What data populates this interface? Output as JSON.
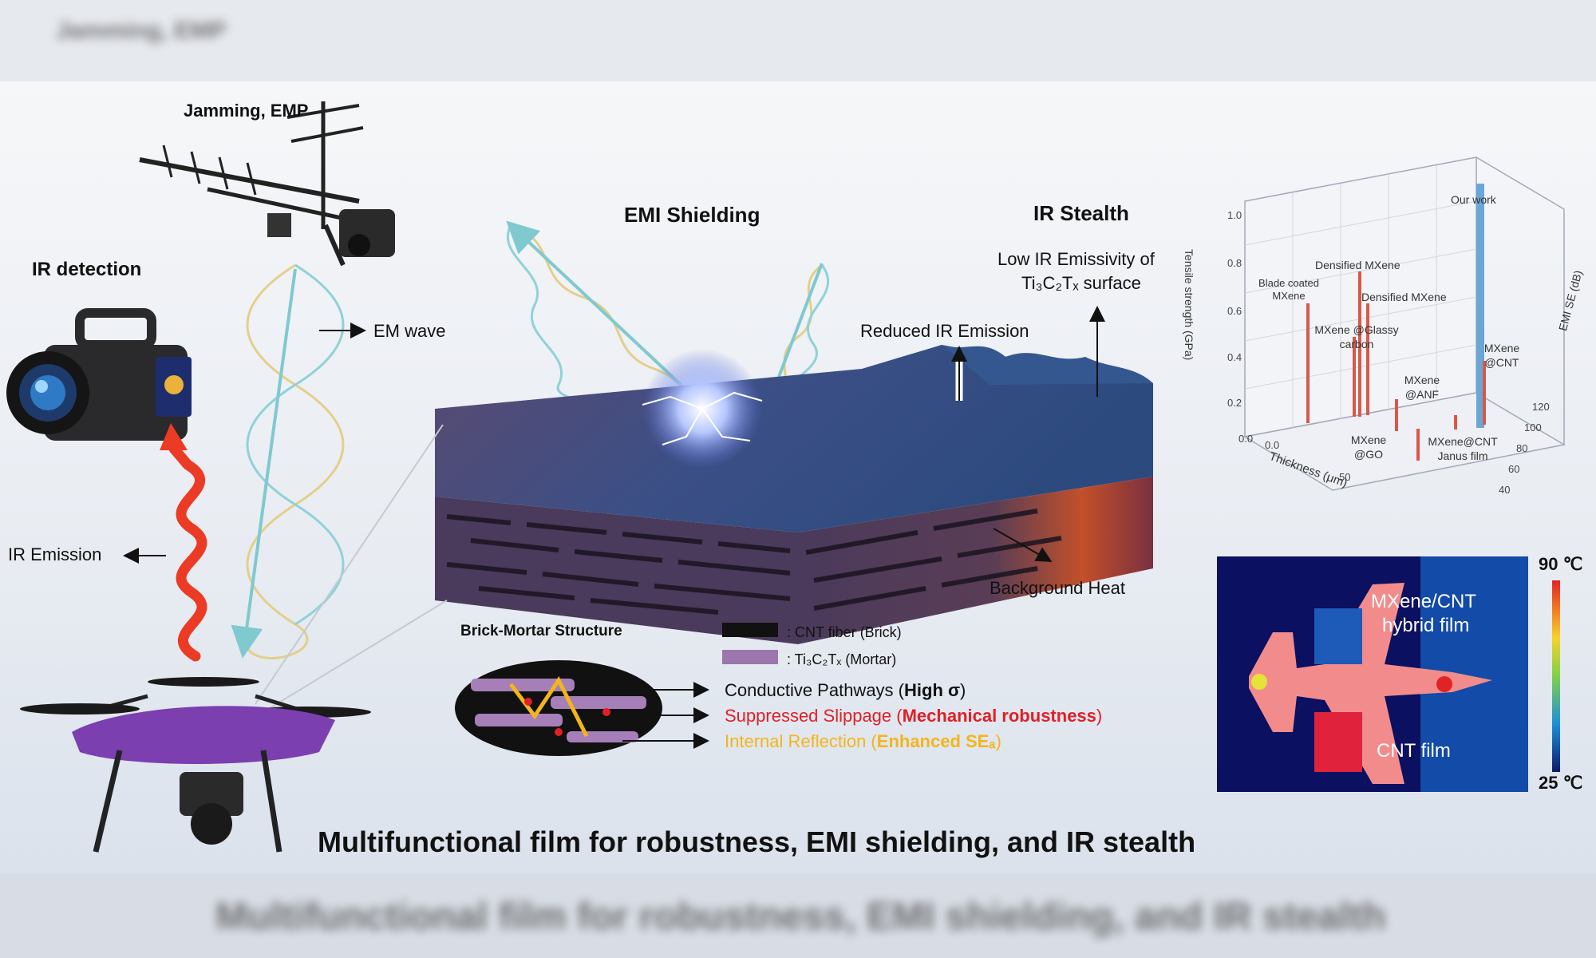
{
  "header": {
    "blurred_label": "Jamming, EMP"
  },
  "footer": {
    "blurred_title": "Multifunctional film for robustness, EMI shielding, and IR stealth"
  },
  "labels": {
    "jamming": "Jamming, EMP",
    "ir_detection": "IR detection",
    "em_wave": "EM wave",
    "ir_emission": "IR Emission",
    "emi_shielding": "EMI Shielding",
    "ir_stealth": "IR Stealth",
    "low_ir_line1": "Low IR Emissivity of",
    "low_ir_line2": "Ti₃C₂Tₓ surface",
    "reduced_ir": "Reduced IR Emission",
    "background_heat": "Background Heat",
    "brick_mortar": "Brick-Mortar Structure",
    "legend_cnt": ": CNT fiber (Brick)",
    "legend_ti": ": Ti₃C₂Tₓ (Mortar)",
    "conductive": "Conductive Pathways (",
    "conductive_bold": "High σ",
    "conductive_end": ")",
    "suppressed": "Suppressed Slippage (",
    "suppressed_bold": "Mechanical robustness",
    "suppressed_end": ")",
    "internal": "Internal Reflection (",
    "internal_bold": "Enhanced SEₐ",
    "internal_end": ")",
    "title": "Multifunctional film for robustness, EMI shielding, and IR stealth"
  },
  "chart3d": {
    "z_axis_label": "Tensile strength (GPa)",
    "x_axis_label": "Thickness (μm)",
    "y_axis_label": "EMI SE (dB)",
    "z_ticks": [
      "1.0",
      "0.8",
      "0.6",
      "0.4",
      "0.2",
      "0.0"
    ],
    "x_ticks": [
      "0.0",
      "50"
    ],
    "y_ticks": [
      "120",
      "100",
      "80",
      "60",
      "40"
    ],
    "bar_labels": [
      "Our work",
      "Densified MXene",
      "Blade coated MXene",
      "Densified MXene",
      "MXene @Glassy carbon",
      "MXene @CNT",
      "MXene @ANF",
      "MXene @GO",
      "MXene@CNT Janus film"
    ]
  },
  "thermal": {
    "scale_max": "90 ℃",
    "scale_min": "25 ℃",
    "label_hybrid_1": "MXene/CNT",
    "label_hybrid_2": "hybrid film",
    "label_cnt": "CNT film"
  },
  "colors": {
    "red_text": "#e01f26",
    "yellow_text": "#f2b51c",
    "drone_purple": "#7b3fb0",
    "film_purple": "#4a3a5c"
  }
}
